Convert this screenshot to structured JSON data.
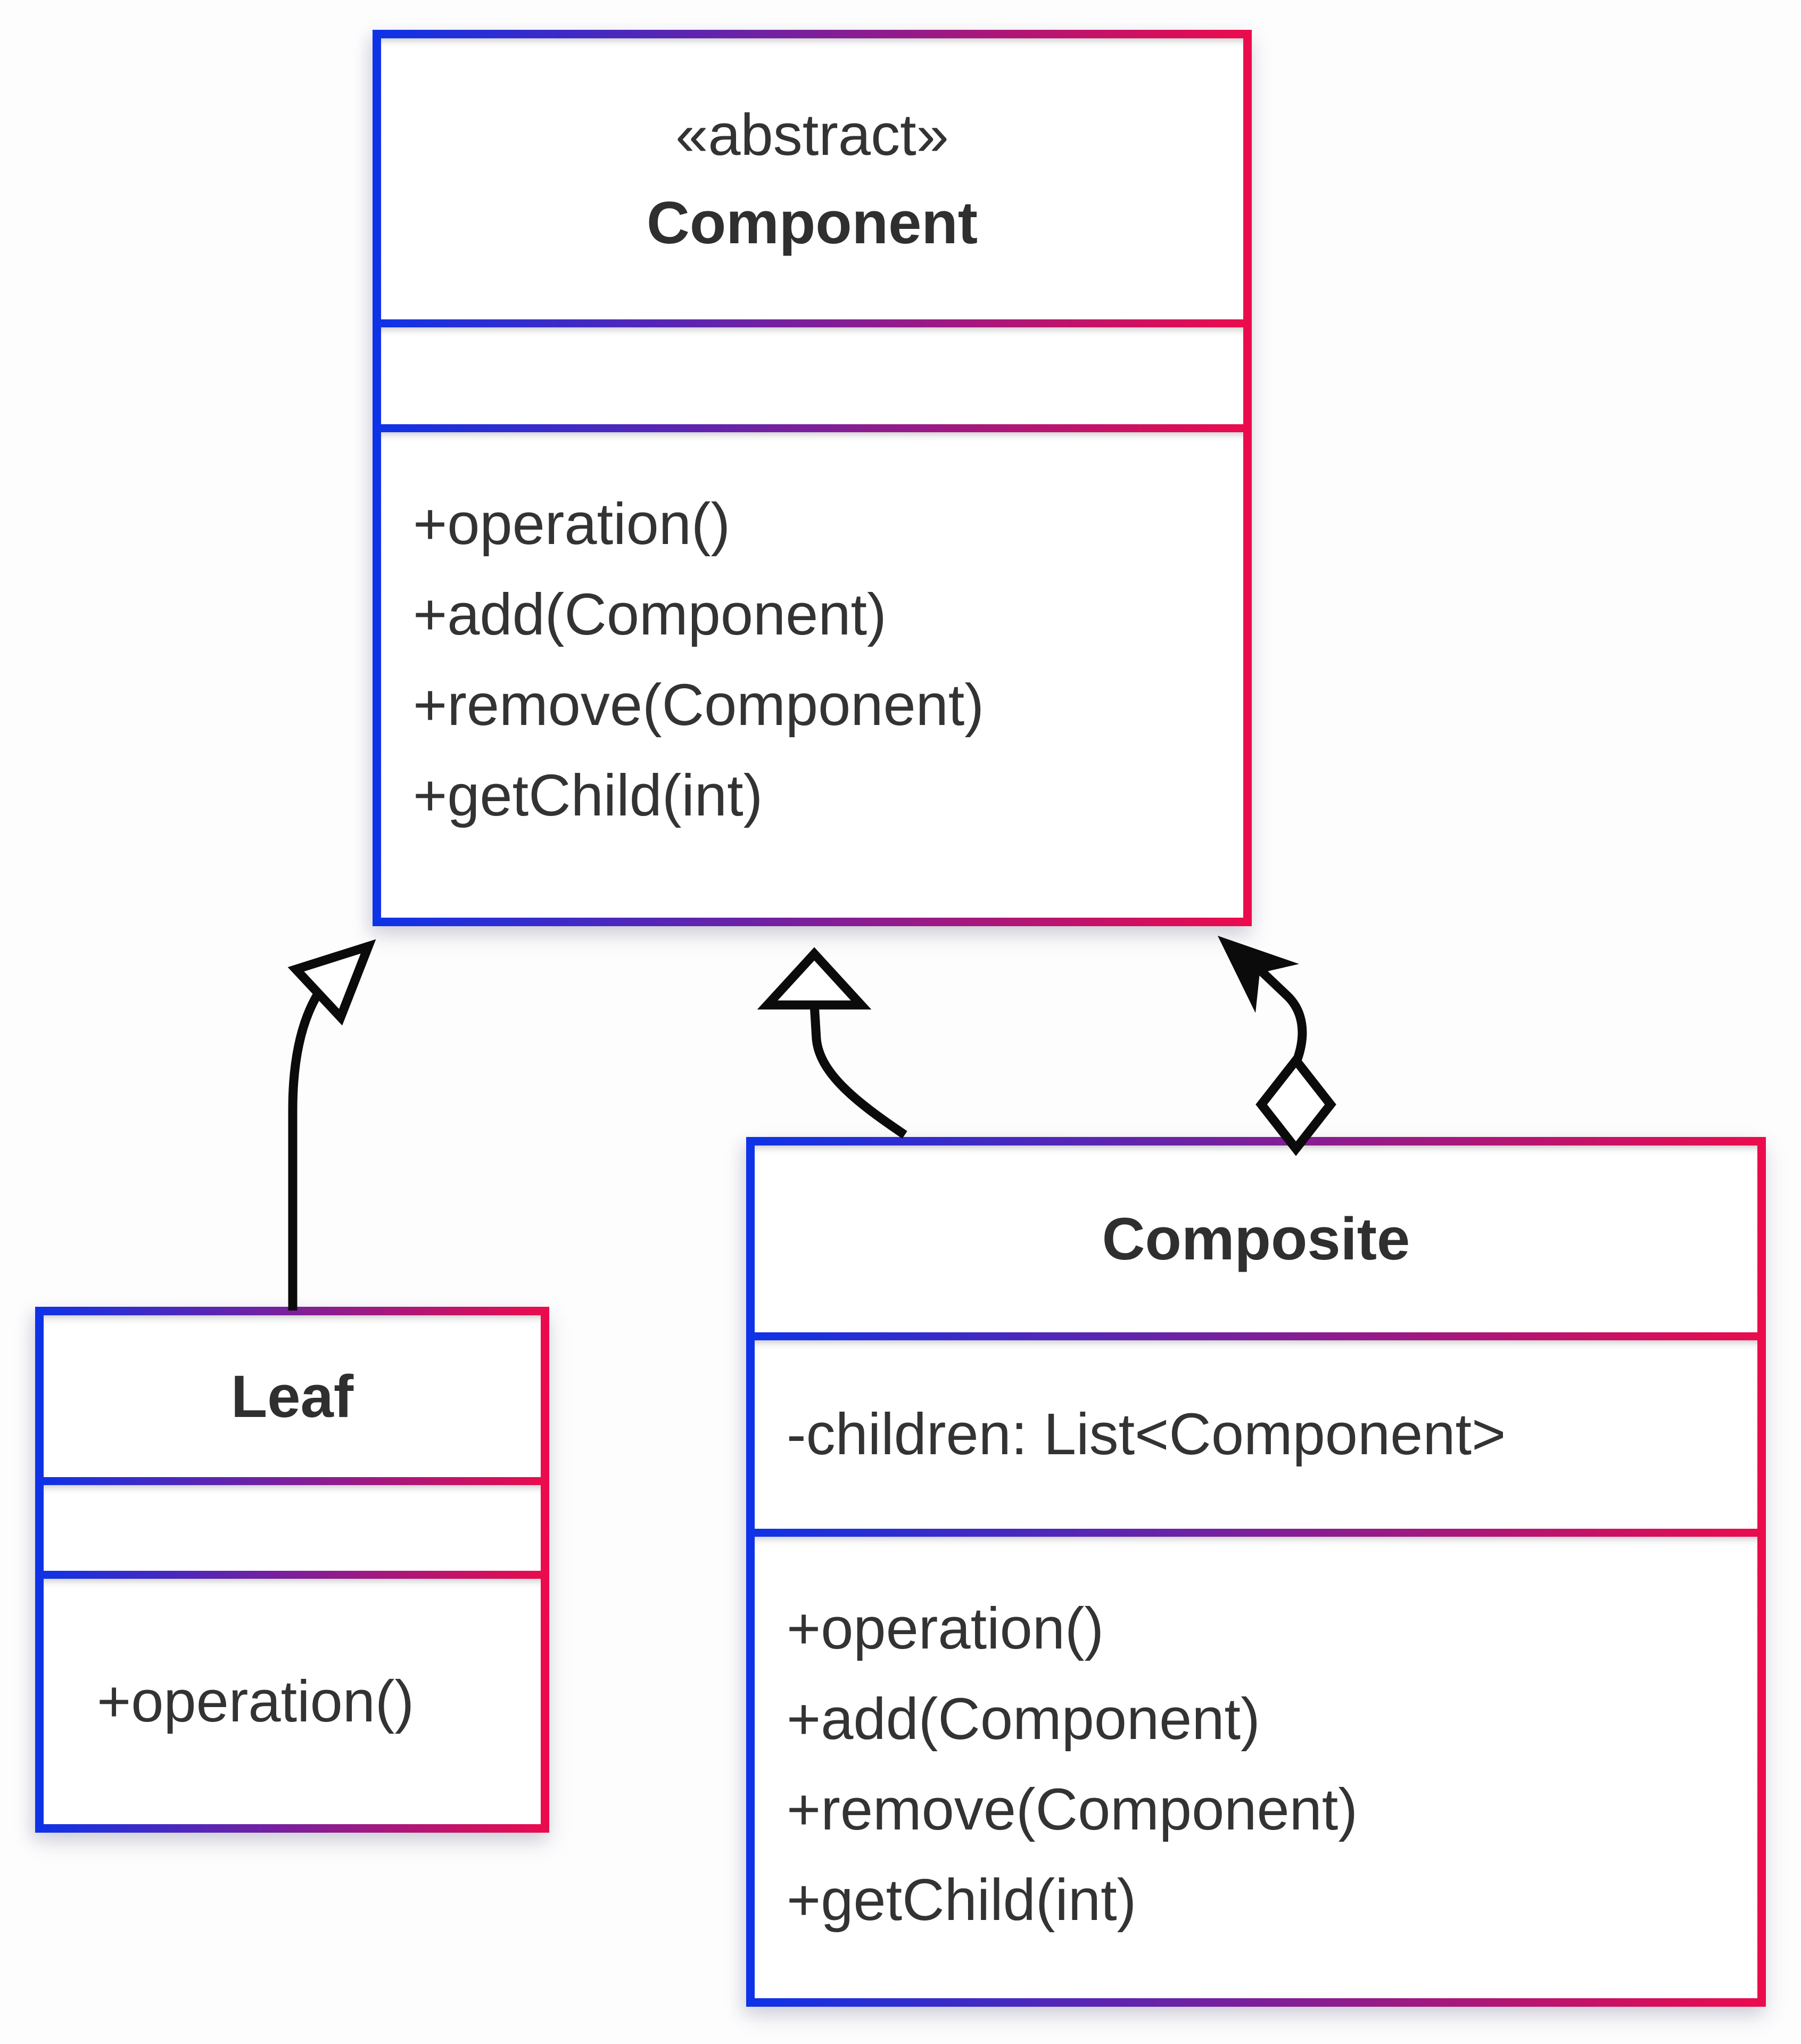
{
  "diagram": {
    "title": "Composite design pattern class diagram",
    "colors": {
      "gradient_start": "#0d33e8",
      "gradient_end": "#ec0b4c",
      "text": "#333333",
      "arrow": "#0b0b0b",
      "background": "#fdfdfe"
    },
    "classes": [
      {
        "id": "component",
        "stereotype": "«abstract»",
        "name": "Component",
        "attributes": [],
        "methods": [
          "+operation()",
          "+add(Component)",
          "+remove(Component)",
          "+getChild(int)"
        ]
      },
      {
        "id": "leaf",
        "stereotype": "",
        "name": "Leaf",
        "attributes": [],
        "methods": [
          "+operation()"
        ]
      },
      {
        "id": "composite",
        "stereotype": "",
        "name": "Composite",
        "attributes": [
          "-children: List<Component>"
        ],
        "methods": [
          "+operation()",
          "+add(Component)",
          "+remove(Component)",
          "+getChild(int)"
        ]
      }
    ],
    "relationships": [
      {
        "from": "Leaf",
        "to": "Component",
        "type": "generalization",
        "marker": "hollow-triangle"
      },
      {
        "from": "Composite",
        "to": "Component",
        "type": "generalization",
        "marker": "hollow-triangle"
      },
      {
        "from": "Composite",
        "to": "Component",
        "type": "aggregation",
        "marker": "hollow-diamond-and-arrow"
      }
    ]
  }
}
